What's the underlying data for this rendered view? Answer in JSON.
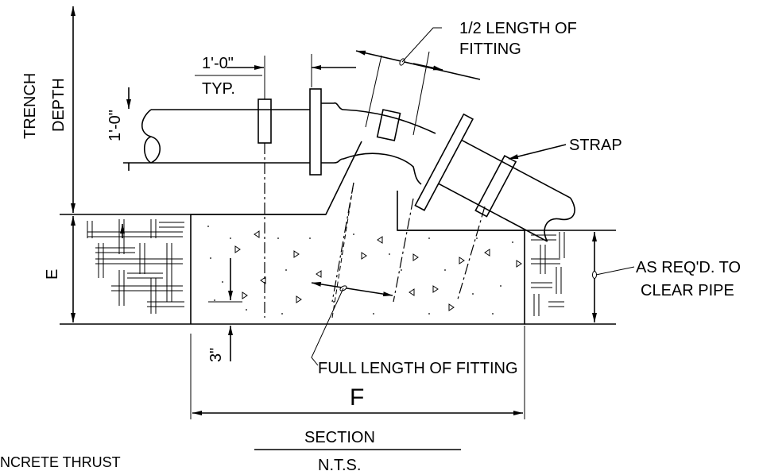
{
  "labels": {
    "trench_depth_line1": "TRENCH",
    "trench_depth_line2": "DEPTH",
    "typ_dim_value": "1'-0\"",
    "typ_dim_note": "TYP.",
    "vert_dim_value": "1'-0\"",
    "half_length_line1": "1/2 LENGTH OF",
    "half_length_line2": "FITTING",
    "strap": "STRAP",
    "e_dim": "E",
    "as_reqd_line1": "AS REQ'D. TO",
    "as_reqd_line2": "CLEAR PIPE",
    "three_inch": "3\"",
    "full_length": "FULL LENGTH OF FITTING",
    "f_dim": "F",
    "section_title": "SECTION",
    "scale_note": "N.T.S.",
    "concrete_thrust": "NCRETE THRUST"
  }
}
